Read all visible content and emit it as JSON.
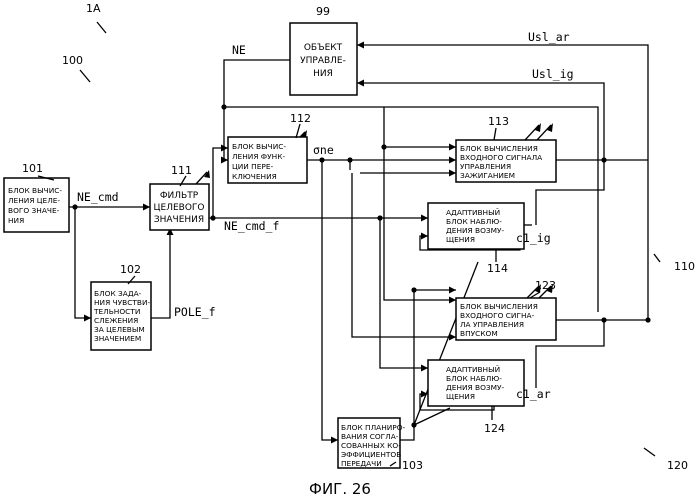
{
  "blocks": {
    "b99": {
      "ref": "99",
      "lines": [
        "ОБЪЕКТ",
        "УПРАВЛЕ-",
        "НИЯ"
      ]
    },
    "b101": {
      "ref": "101",
      "lines": [
        "БЛОК ВЫЧИС-",
        "ЛЕНИЯ ЦЕЛЕ-",
        "ВОГО ЗНАЧЕ-",
        "НИЯ"
      ]
    },
    "b102": {
      "ref": "102",
      "lines": [
        "БЛОК ЗАДА-",
        "НИЯ ЧУВСТВИ-",
        "ТЕЛЬНОСТИ",
        "СЛЕЖЕНИЯ",
        "ЗА ЦЕЛЕВЫМ",
        "ЗНАЧЕНИЕМ"
      ]
    },
    "b111": {
      "ref": "111",
      "lines": [
        "ФИЛЬТР",
        "ЦЕЛЕВОГО",
        "ЗНАЧЕНИЯ"
      ]
    },
    "b112": {
      "ref": "112",
      "lines": [
        "БЛОК ВЫЧИС-",
        "ЛЕНИЯ ФУНК-",
        "ЦИИ ПЕРЕ-",
        "КЛЮЧЕНИЯ"
      ]
    },
    "b113": {
      "ref": "113",
      "lines": [
        "БЛОК ВЫЧИСЛЕНИЯ",
        "ВХОДНОГО СИГНАЛА",
        "УПРАВЛЕНИЯ",
        "ЗАЖИГАНИЕМ"
      ]
    },
    "b114": {
      "ref": "114",
      "lines": [
        "АДАПТИВНЫЙ",
        "БЛОК НАБЛЮ-",
        "ДЕНИЯ ВОЗМУ-",
        "ЩЕНИЯ"
      ]
    },
    "b123": {
      "ref": "123",
      "lines": [
        "БЛОК ВЫЧИСЛЕНИЯ",
        "ВХОДНОГО СИГНА-",
        "ЛА УПРАВЛЕНИЯ",
        "ВПУСКОМ"
      ]
    },
    "b124": {
      "ref": "124",
      "lines": [
        "АДАПТИВНЫЙ",
        "БЛОК НАБЛЮ-",
        "ДЕНИЯ ВОЗМУ-",
        "ЩЕНИЯ"
      ]
    },
    "b103": {
      "ref": "103",
      "lines": [
        "БЛОК ПЛАНИРО-",
        "ВАНИЯ СОГЛА-",
        "СОВАННЫХ КО-",
        "ЭФФИЦИЕНТОВ",
        "ПЕРЕДАЧИ"
      ]
    }
  },
  "signals": {
    "ne": "NE",
    "ne_cmd": "NE_cmd",
    "ne_cmd_f": "NE_cmd_f",
    "pole_f": "POLE_f",
    "sigma_ne": "σne",
    "usl_ar": "Usl_ar",
    "usl_ig": "Usl_ig",
    "c1_ig": "c1_ig",
    "c1_ar": "c1_ar"
  },
  "refs": {
    "r1a": "1A",
    "r100": "100",
    "r110": "110",
    "r120": "120"
  },
  "caption": "ФИГ. 26"
}
